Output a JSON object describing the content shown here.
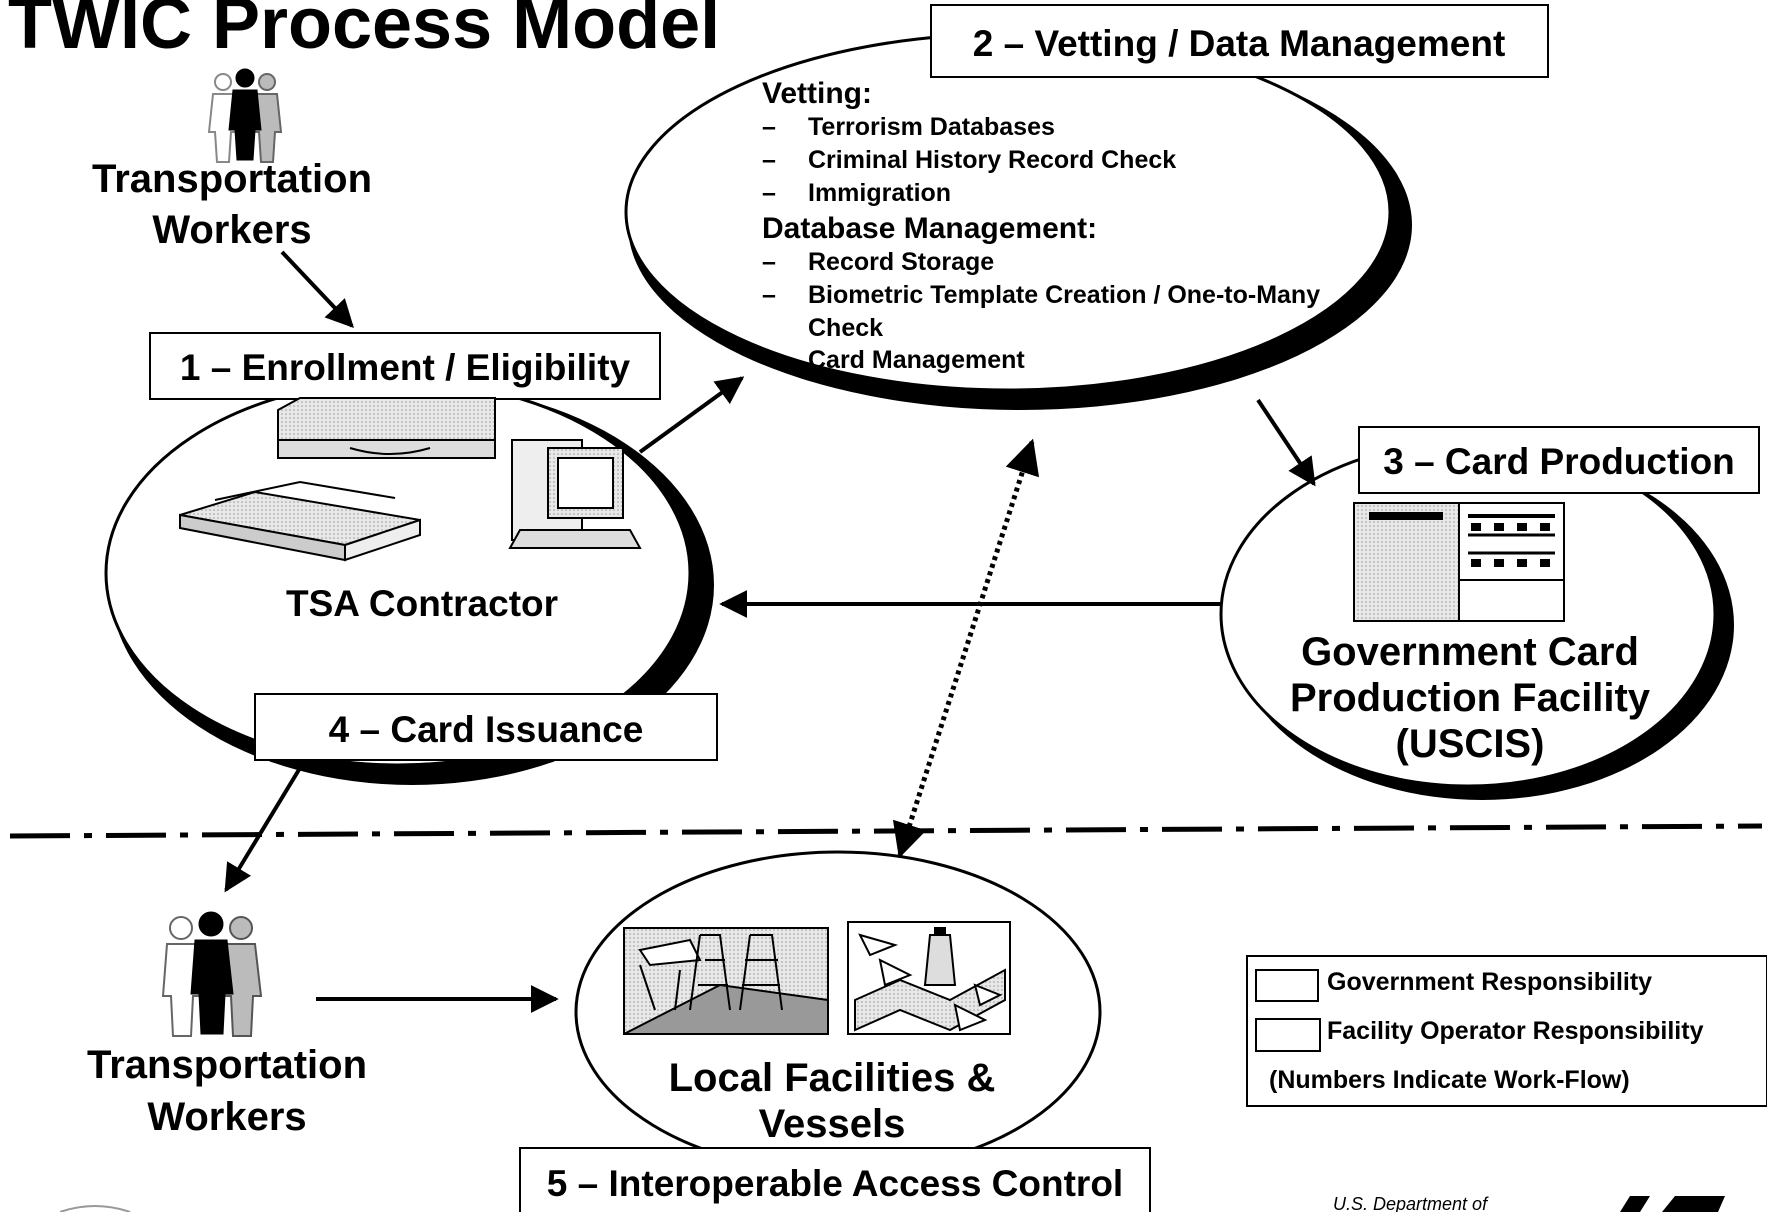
{
  "title": "TWIC Process Model",
  "workers_top": {
    "line1": "Transportation",
    "line2": "Workers"
  },
  "workers_bottom": {
    "line1": "Transportation",
    "line2": "Workers"
  },
  "step1": {
    "label": "1 – Enrollment / Eligibility",
    "caption": "TSA Contractor"
  },
  "step2": {
    "label": "2 – Vetting / Data Management",
    "vetting_heading": "Vetting:",
    "vetting_items": [
      "Terrorism Databases",
      "Criminal History Record Check",
      "Immigration"
    ],
    "db_heading": "Database Management:",
    "db_items": [
      "Record Storage",
      "Biometric Template Creation / One-to-Many",
      "Check",
      "Card Management"
    ],
    "dash": "–"
  },
  "step3": {
    "label": "3 – Card Production",
    "caption": [
      "Government Card",
      "Production Facility",
      "(USCIS)"
    ]
  },
  "step4": {
    "label": "4 – Card Issuance"
  },
  "step5": {
    "label": "5 – Interoperable Access Control",
    "caption": [
      "Local Facilities &",
      "Vessels"
    ]
  },
  "legend": {
    "government": "Government Responsibility",
    "facility": "Facility Operator Responsibility",
    "note": "(Numbers Indicate Work-Flow)"
  },
  "footer": {
    "agency": "U.S. Department of"
  }
}
